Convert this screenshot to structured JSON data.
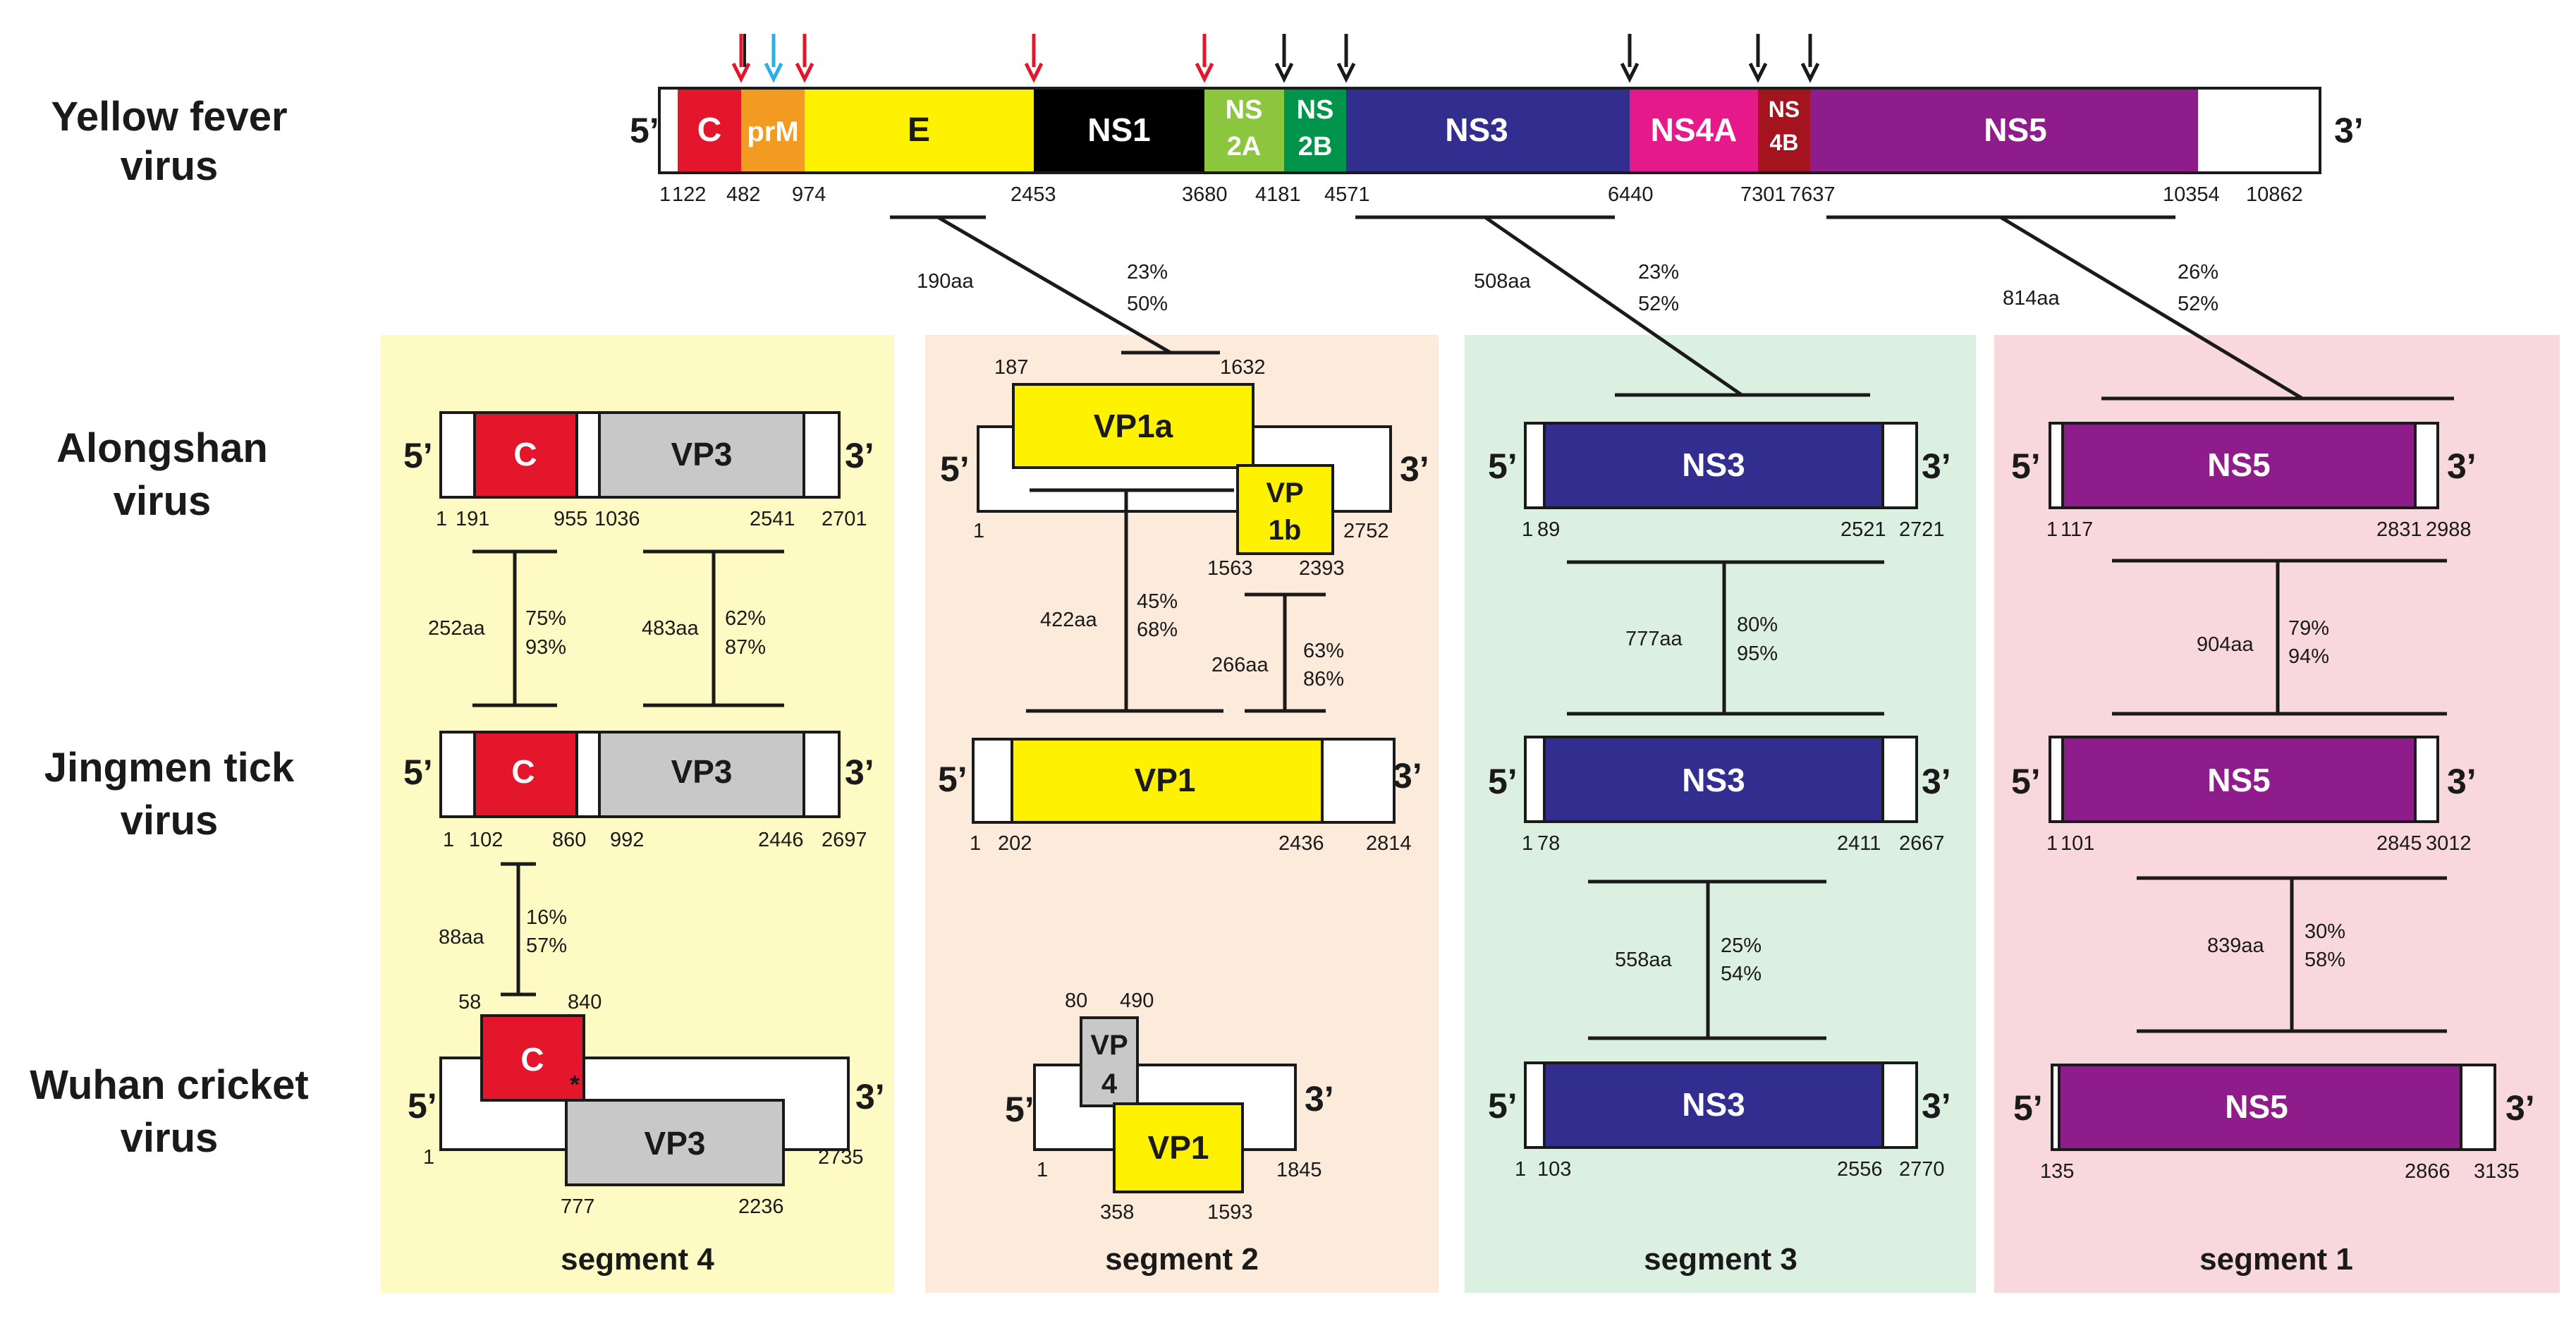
{
  "colors": {
    "C": "#e3162b",
    "prM": "#f39a21",
    "E": "#fff200",
    "NS1": "#000000",
    "NS2A": "#8cc63f",
    "NS2B": "#00934a",
    "NS3": "#312e8f",
    "NS4A": "#e6198a",
    "NS4B": "#a3141f",
    "NS5": "#8e1c8a",
    "VP3": "#c8c8c8",
    "VP1": "#fff200",
    "panel4": "#fdfbc3",
    "panel2": "#fcebdb",
    "panel3": "#dcf0e2",
    "panel1": "#f9d8dd",
    "arrow_red": "#e3162b",
    "arrow_blue": "#2ab0e5",
    "arrow_black": "#1a1a1a"
  },
  "viruses": [
    "Yellow fever virus",
    "Alongshan virus",
    "Jingmen tick virus",
    "Wuhan cricket virus"
  ],
  "yfv": {
    "five": "5’",
    "three": "3’",
    "genes": [
      "C",
      "prM",
      "E",
      "NS1",
      "NS 2A",
      "NS 2B",
      "NS3",
      "NS4A",
      "NS 4B",
      "NS5"
    ],
    "positions": [
      "1",
      "122",
      "482",
      "974",
      "2453",
      "3680",
      "4181",
      "4571",
      "6440",
      "7301",
      "7637",
      "10354",
      "10862"
    ]
  },
  "comparisons": [
    {
      "aa": "190aa",
      "identity": "23%",
      "similarity": "50%"
    },
    {
      "aa": "508aa",
      "identity": "23%",
      "similarity": "52%"
    },
    {
      "aa": "814aa",
      "identity": "26%",
      "similarity": "52%"
    },
    {
      "aa": "252aa",
      "identity": "75%",
      "similarity": "93%"
    },
    {
      "aa": "483aa",
      "identity": "62%",
      "similarity": "87%"
    },
    {
      "aa": "422aa",
      "identity": "45%",
      "similarity": "68%"
    },
    {
      "aa": "266aa",
      "identity": "63%",
      "similarity": "86%"
    },
    {
      "aa": "777aa",
      "identity": "80%",
      "similarity": "95%"
    },
    {
      "aa": "904aa",
      "identity": "79%",
      "similarity": "94%"
    },
    {
      "aa": "88aa",
      "identity": "16%",
      "similarity": "57%"
    },
    {
      "aa": "558aa",
      "identity": "25%",
      "similarity": "54%"
    },
    {
      "aa": "839aa",
      "identity": "30%",
      "similarity": "58%"
    }
  ],
  "segments": {
    "seg4": {
      "label": "segment 4",
      "alongshan": {
        "genes": [
          "C",
          "VP3"
        ],
        "positions": [
          "1",
          "191",
          "955",
          "1036",
          "2541",
          "2701"
        ]
      },
      "jingmen": {
        "genes": [
          "C",
          "VP3"
        ],
        "positions": [
          "1",
          "102",
          "860",
          "992",
          "2446",
          "2697"
        ]
      },
      "wuhan": {
        "genes": [
          "C",
          "VP3"
        ],
        "positions": [
          "58",
          "840",
          "1",
          "2735",
          "777",
          "2236"
        ],
        "star": "*"
      }
    },
    "seg2": {
      "label": "segment 2",
      "alongshan": {
        "genes": [
          "VP1a",
          "VP 1b"
        ],
        "positions": [
          "187",
          "1632",
          "1",
          "2752",
          "1563",
          "2393"
        ]
      },
      "jingmen": {
        "genes": [
          "VP1"
        ],
        "positions": [
          "1",
          "202",
          "2436",
          "2814"
        ]
      },
      "wuhan": {
        "genes": [
          "VP 4",
          "VP1"
        ],
        "positions": [
          "80",
          "490",
          "1",
          "1845",
          "358",
          "1593"
        ]
      }
    },
    "seg3": {
      "label": "segment 3",
      "alongshan": {
        "genes": [
          "NS3"
        ],
        "positions": [
          "1",
          "89",
          "2521",
          "2721"
        ]
      },
      "jingmen": {
        "genes": [
          "NS3"
        ],
        "positions": [
          "1",
          "78",
          "2411",
          "2667"
        ]
      },
      "wuhan": {
        "genes": [
          "NS3"
        ],
        "positions": [
          "1",
          "103",
          "2556",
          "2770"
        ]
      }
    },
    "seg1": {
      "label": "segment 1",
      "alongshan": {
        "genes": [
          "NS5"
        ],
        "positions": [
          "1",
          "117",
          "2831",
          "2988"
        ]
      },
      "jingmen": {
        "genes": [
          "NS5"
        ],
        "positions": [
          "1",
          "101",
          "2845",
          "3012"
        ]
      },
      "wuhan": {
        "genes": [
          "NS5"
        ],
        "positions": [
          "135",
          "2866",
          "3135"
        ]
      }
    }
  }
}
